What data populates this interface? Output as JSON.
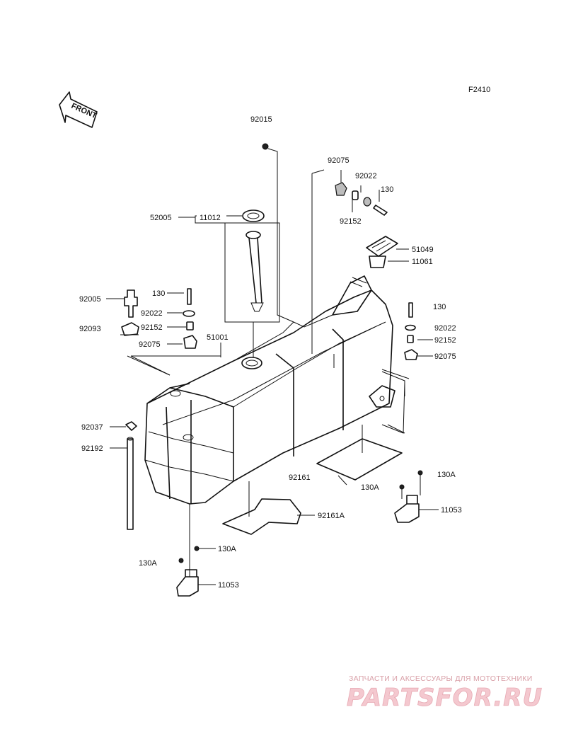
{
  "figure_code": "F2410",
  "front_label": "FRONT",
  "callouts": {
    "c92015": "92015",
    "c92075_top": "92075",
    "c92022_top": "92022",
    "c130_top": "130",
    "c92152_top": "92152",
    "c52005": "52005",
    "c11012": "11012",
    "c51049": "51049",
    "c11061": "11061",
    "c92005": "92005",
    "c130_left": "130",
    "c92022_left": "92022",
    "c92093": "92093",
    "c92152_left": "92152",
    "c92075_left": "92075",
    "c51001": "51001",
    "c130_right": "130",
    "c92022_right": "92022",
    "c92152_right": "92152",
    "c92075_right": "92075",
    "c92037": "92037",
    "c92192": "92192",
    "c92161": "92161",
    "c130A_right_top": "130A",
    "c130A_mid": "130A",
    "c11053_right": "11053",
    "c92161A": "92161A",
    "c130A_bottom": "130A",
    "c130A_bottom_left": "130A",
    "c11053_bottom": "11053"
  },
  "watermark": {
    "tagline": "ЗАПЧАСТИ И АКСЕССУАРЫ ДЛЯ МОТОТЕХНИКИ",
    "brand": "PARTSFOR.RU"
  },
  "colors": {
    "line": "#111111",
    "watermark": "#f4c8cf"
  }
}
